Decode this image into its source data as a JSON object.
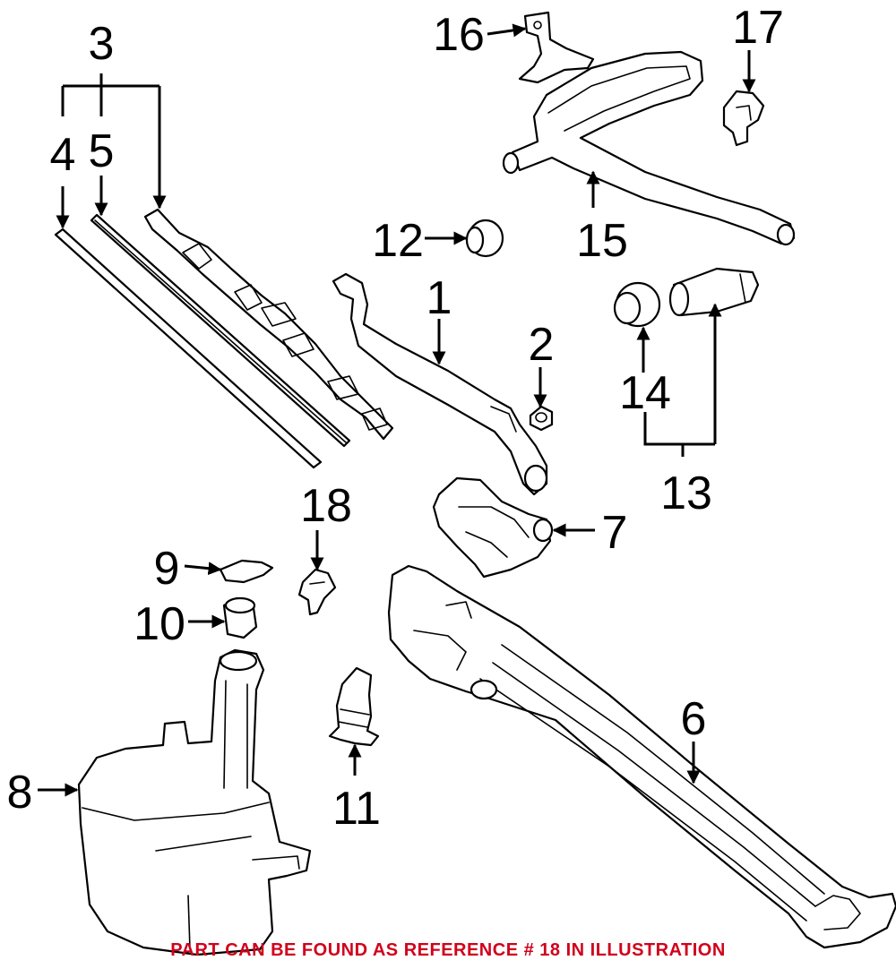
{
  "callouts": {
    "c1": "1",
    "c2": "2",
    "c3": "3",
    "c4": "4",
    "c5": "5",
    "c6": "6",
    "c7": "7",
    "c8": "8",
    "c9": "9",
    "c10": "10",
    "c11": "11",
    "c12": "12",
    "c13": "13",
    "c14": "14",
    "c15": "15",
    "c16": "16",
    "c17": "17",
    "c18": "18"
  },
  "footer": {
    "note": "PART CAN BE FOUND AS REFERENCE # 18 IN ILLUSTRATION",
    "color": "#d0021b"
  },
  "accent_color": "#000000"
}
